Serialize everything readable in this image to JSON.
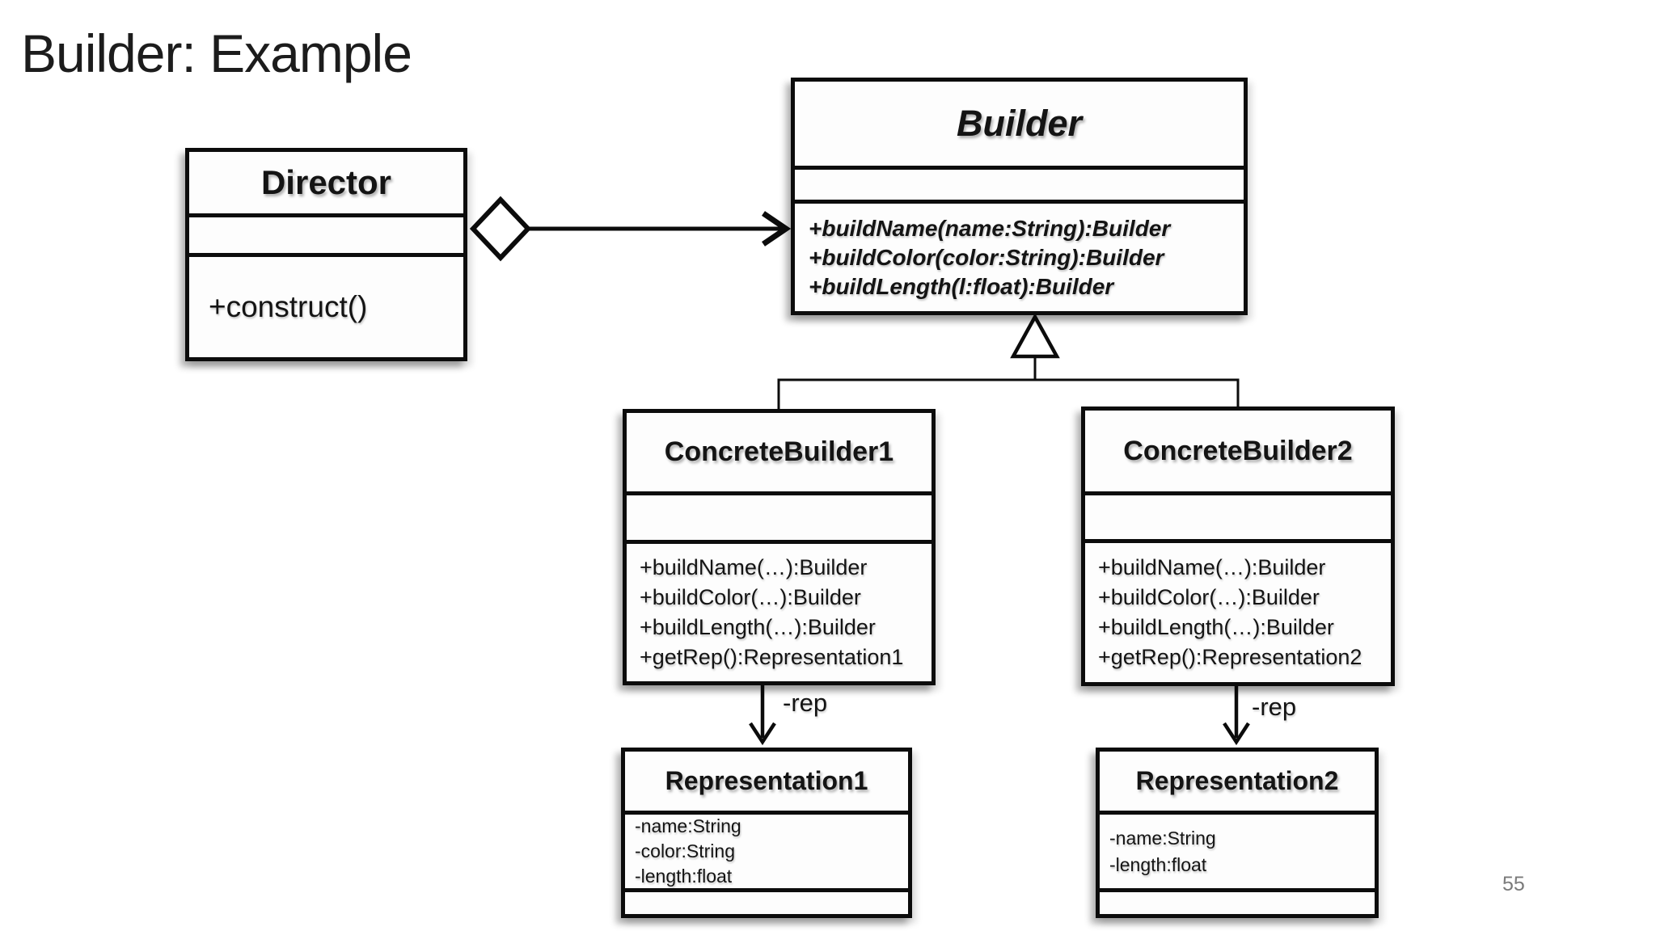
{
  "slide": {
    "title": "Builder: Example",
    "page_number": "55"
  },
  "diagram": {
    "classes": {
      "director": {
        "name": "Director",
        "attributes": [],
        "methods": [
          "+construct()"
        ]
      },
      "builder": {
        "name": "Builder",
        "attributes": [],
        "methods": [
          "+buildName(name:String):Builder",
          "+buildColor(color:String):Builder",
          "+buildLength(l:float):Builder"
        ]
      },
      "concrete_builder1": {
        "name": "ConcreteBuilder1",
        "attributes": [],
        "methods": [
          "+buildName(…):Builder",
          "+buildColor(…):Builder",
          "+buildLength(…):Builder",
          "+getRep():Representation1"
        ]
      },
      "concrete_builder2": {
        "name": "ConcreteBuilder2",
        "attributes": [],
        "methods": [
          "+buildName(…):Builder",
          "+buildColor(…):Builder",
          "+buildLength(…):Builder",
          "+getRep():Representation2"
        ]
      },
      "representation1": {
        "name": "Representation1",
        "attributes": [
          "-name:String",
          "-color:String",
          "-length:float"
        ],
        "methods": []
      },
      "representation2": {
        "name": "Representation2",
        "attributes": [
          "-name:String",
          "-length:float"
        ],
        "methods": []
      }
    },
    "relations": {
      "director_builder": {
        "type": "aggregation",
        "label": ""
      },
      "builder_inheritance": {
        "type": "generalization",
        "label": ""
      },
      "cb1_rep1": {
        "type": "association",
        "label": "-rep"
      },
      "cb2_rep2": {
        "type": "association",
        "label": "-rep"
      }
    }
  },
  "colors": {
    "ink": "#0c0c0c",
    "text": "#141414",
    "page_number": "#7a7a7a",
    "background": "#ffffff"
  }
}
